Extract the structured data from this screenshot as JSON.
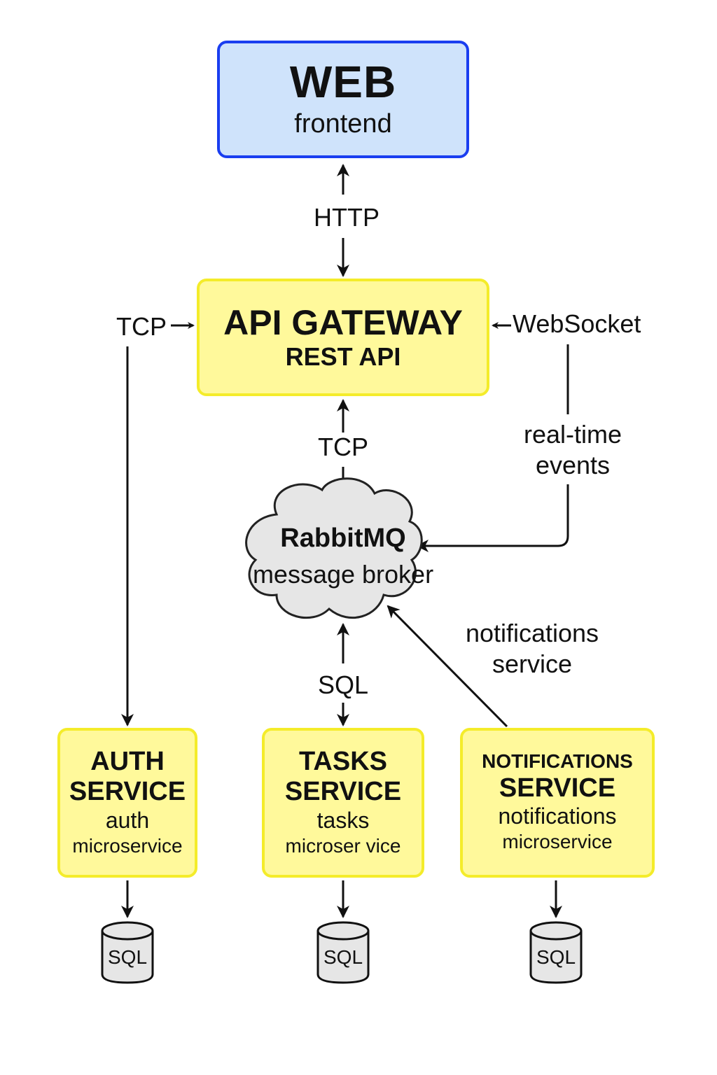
{
  "colors": {
    "web_fill": "#cfe3fb",
    "web_border": "#1a3ef0",
    "service_fill": "#fff99b",
    "service_border": "#f4ec2a",
    "cloud_fill": "#e6e6e6",
    "db_fill": "#e6e6e6",
    "line": "#111111"
  },
  "nodes": {
    "web": {
      "title": "WEB",
      "subtitle": "frontend"
    },
    "gateway": {
      "title": "API GATEWAY",
      "subtitle": "REST API"
    },
    "broker": {
      "title": "RabbitMQ",
      "subtitle": "message broker",
      "icon": "cloud-icon"
    },
    "services": [
      {
        "title1": "AUTH",
        "title2": "SERVICE",
        "sub1": "auth",
        "sub2": "microservice",
        "db": "SQL"
      },
      {
        "title1": "TASKS",
        "title2": "SERVICE",
        "sub1": "tasks",
        "sub2": "microser vice",
        "db": "SQL"
      },
      {
        "title1": "NOTIFICATIONS",
        "title2": "SERVICE",
        "sub1": "notifications",
        "sub2": "microservice",
        "db": "SQL"
      }
    ]
  },
  "edges": {
    "web_gateway": "HTTP",
    "auth_gateway": "TCP",
    "broker_gateway": "TCP",
    "websocket": "WebSocket",
    "realtime_line1": "real-time",
    "realtime_line2": "events",
    "broker_tasks": "SQL",
    "notif_line1": "notifications",
    "notif_line2": "service"
  }
}
